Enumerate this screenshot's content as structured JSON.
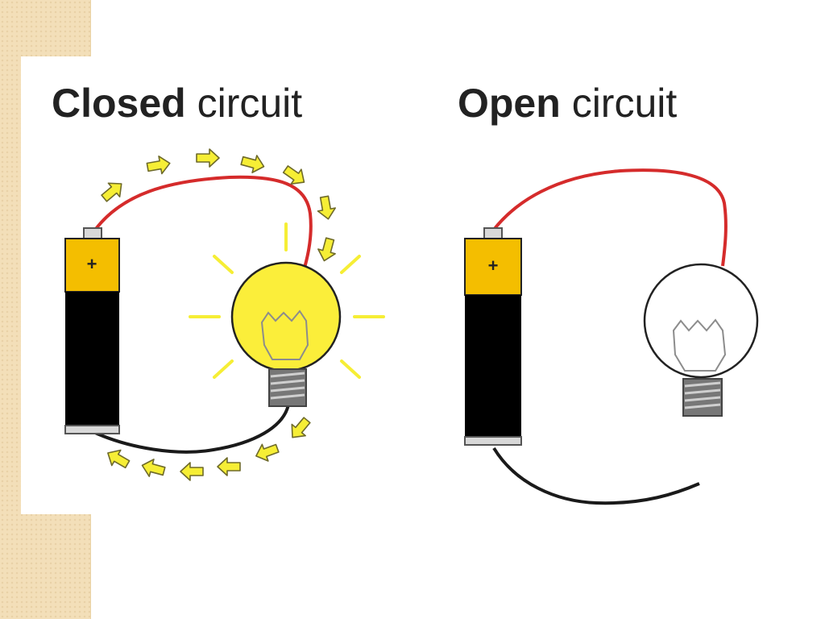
{
  "closed": {
    "title_bold": "Closed",
    "title_rest": "circuit",
    "battery_plus": "+"
  },
  "open": {
    "title_bold": "Open",
    "title_rest": "circuit",
    "battery_plus": "+"
  },
  "colors": {
    "wire_positive": "#d52b2b",
    "wire_negative": "#1a1a1a",
    "battery_top": "#f4be00",
    "battery_body": "#000000",
    "bulb_lit": "#fbee3a",
    "bulb_off": "#ffffff",
    "arrow": "#f6ee35",
    "side_strip": "#f3dfb9"
  }
}
